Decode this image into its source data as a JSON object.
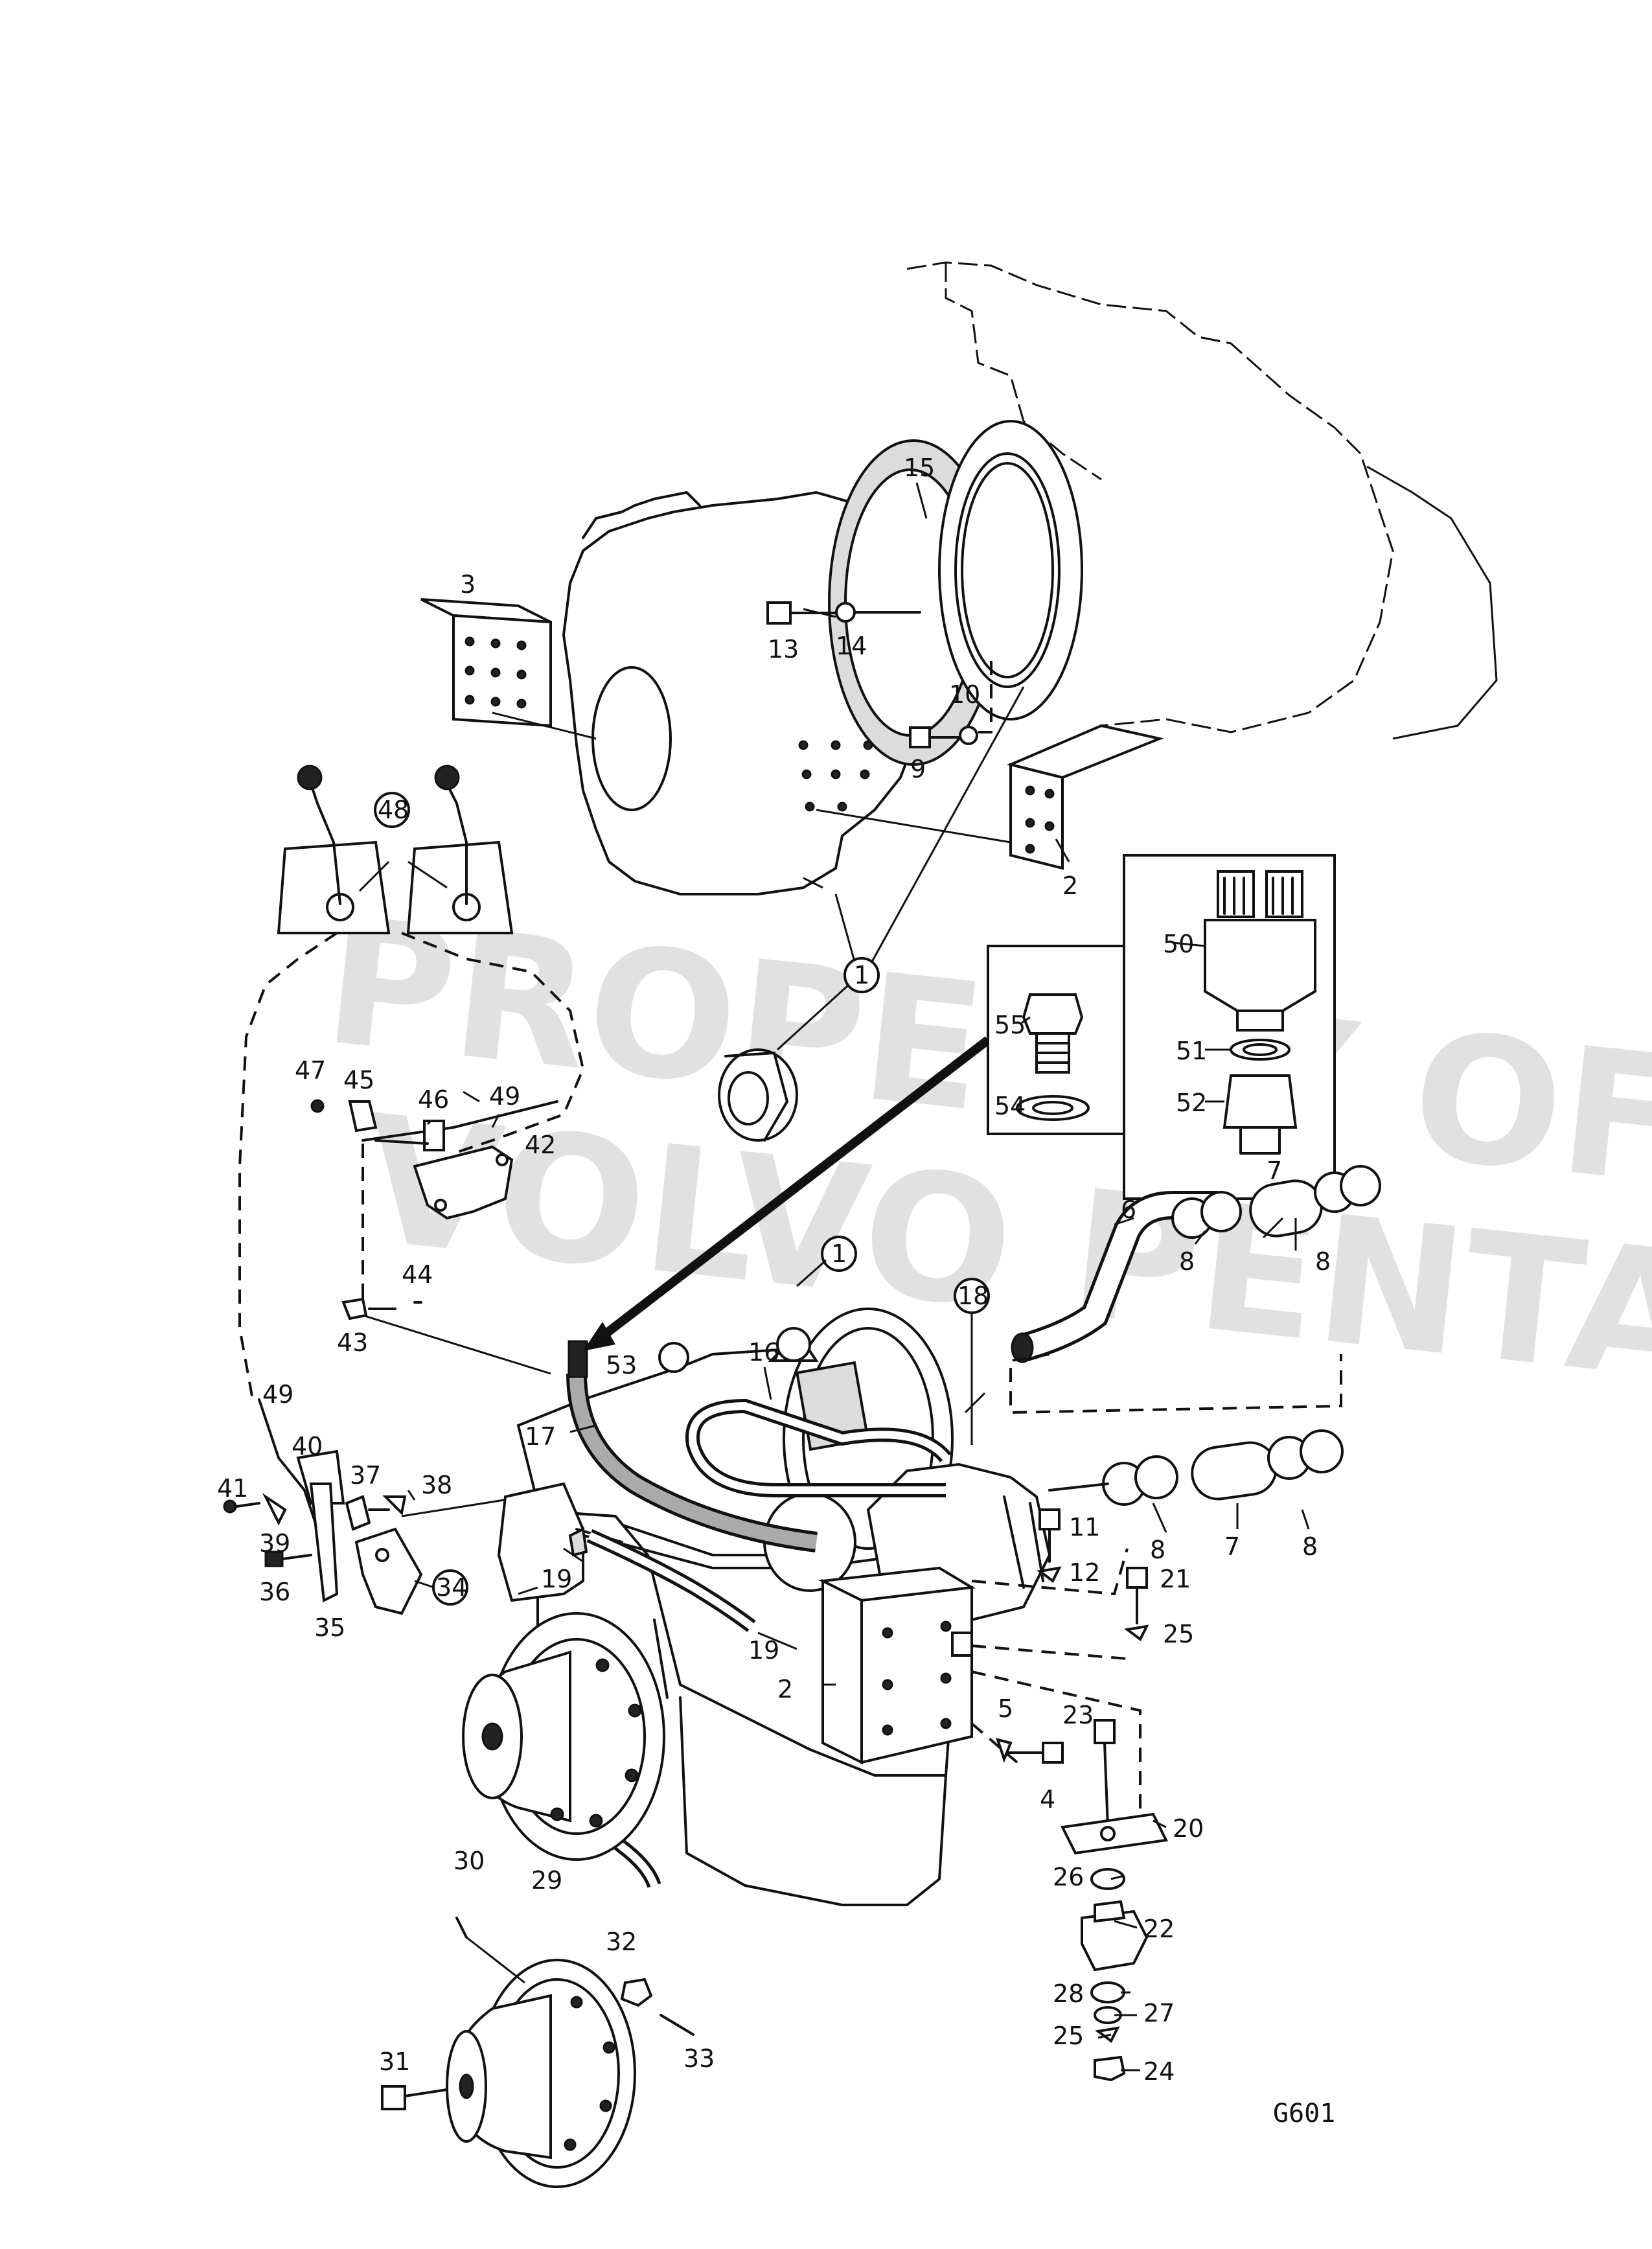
{
  "watermark": {
    "line1": "PROPERTY OF",
    "line2": "VOLVO PENTA"
  },
  "diagram_code": "G601",
  "callouts": [
    {
      "id": "c1",
      "text": "1"
    },
    {
      "id": "c1b",
      "text": "1"
    },
    {
      "id": "c2",
      "text": "2"
    },
    {
      "id": "c2b",
      "text": "2"
    },
    {
      "id": "c3",
      "text": "3"
    },
    {
      "id": "c4",
      "text": "4"
    },
    {
      "id": "c5",
      "text": "5"
    },
    {
      "id": "c6",
      "text": "6"
    },
    {
      "id": "c7",
      "text": "7"
    },
    {
      "id": "c7b",
      "text": "7"
    },
    {
      "id": "c8",
      "text": "8"
    },
    {
      "id": "c8b",
      "text": "8"
    },
    {
      "id": "c8c",
      "text": "8"
    },
    {
      "id": "c8d",
      "text": "8"
    },
    {
      "id": "c9",
      "text": "9"
    },
    {
      "id": "c10",
      "text": "10"
    },
    {
      "id": "c11",
      "text": "11"
    },
    {
      "id": "c12",
      "text": "12"
    },
    {
      "id": "c13",
      "text": "13"
    },
    {
      "id": "c14",
      "text": "14"
    },
    {
      "id": "c15",
      "text": "15"
    },
    {
      "id": "c16",
      "text": "16"
    },
    {
      "id": "c17",
      "text": "17"
    },
    {
      "id": "c18",
      "text": "18"
    },
    {
      "id": "c19",
      "text": "19"
    },
    {
      "id": "c19b",
      "text": "19"
    },
    {
      "id": "c20",
      "text": "20"
    },
    {
      "id": "c21",
      "text": "21"
    },
    {
      "id": "c22",
      "text": "22"
    },
    {
      "id": "c23",
      "text": "23"
    },
    {
      "id": "c24",
      "text": "24"
    },
    {
      "id": "c25",
      "text": "25"
    },
    {
      "id": "c25b",
      "text": "25"
    },
    {
      "id": "c26",
      "text": "26"
    },
    {
      "id": "c27",
      "text": "27"
    },
    {
      "id": "c28",
      "text": "28"
    },
    {
      "id": "c29",
      "text": "29"
    },
    {
      "id": "c30",
      "text": "30"
    },
    {
      "id": "c31",
      "text": "31"
    },
    {
      "id": "c32",
      "text": "32"
    },
    {
      "id": "c33",
      "text": "33"
    },
    {
      "id": "c34",
      "text": "34"
    },
    {
      "id": "c35",
      "text": "35"
    },
    {
      "id": "c36",
      "text": "36"
    },
    {
      "id": "c37",
      "text": "37"
    },
    {
      "id": "c38",
      "text": "38"
    },
    {
      "id": "c39",
      "text": "39"
    },
    {
      "id": "c40",
      "text": "40"
    },
    {
      "id": "c41",
      "text": "41"
    },
    {
      "id": "c42",
      "text": "42"
    },
    {
      "id": "c43",
      "text": "43"
    },
    {
      "id": "c44",
      "text": "44"
    },
    {
      "id": "c45",
      "text": "45"
    },
    {
      "id": "c46",
      "text": "46"
    },
    {
      "id": "c47",
      "text": "47"
    },
    {
      "id": "c48",
      "text": "48"
    },
    {
      "id": "c49",
      "text": "49"
    },
    {
      "id": "c49b",
      "text": "49"
    },
    {
      "id": "c50",
      "text": "50"
    },
    {
      "id": "c51",
      "text": "51"
    },
    {
      "id": "c52",
      "text": "52"
    },
    {
      "id": "c53",
      "text": "53"
    },
    {
      "id": "c54",
      "text": "54"
    },
    {
      "id": "c55",
      "text": "55"
    }
  ]
}
